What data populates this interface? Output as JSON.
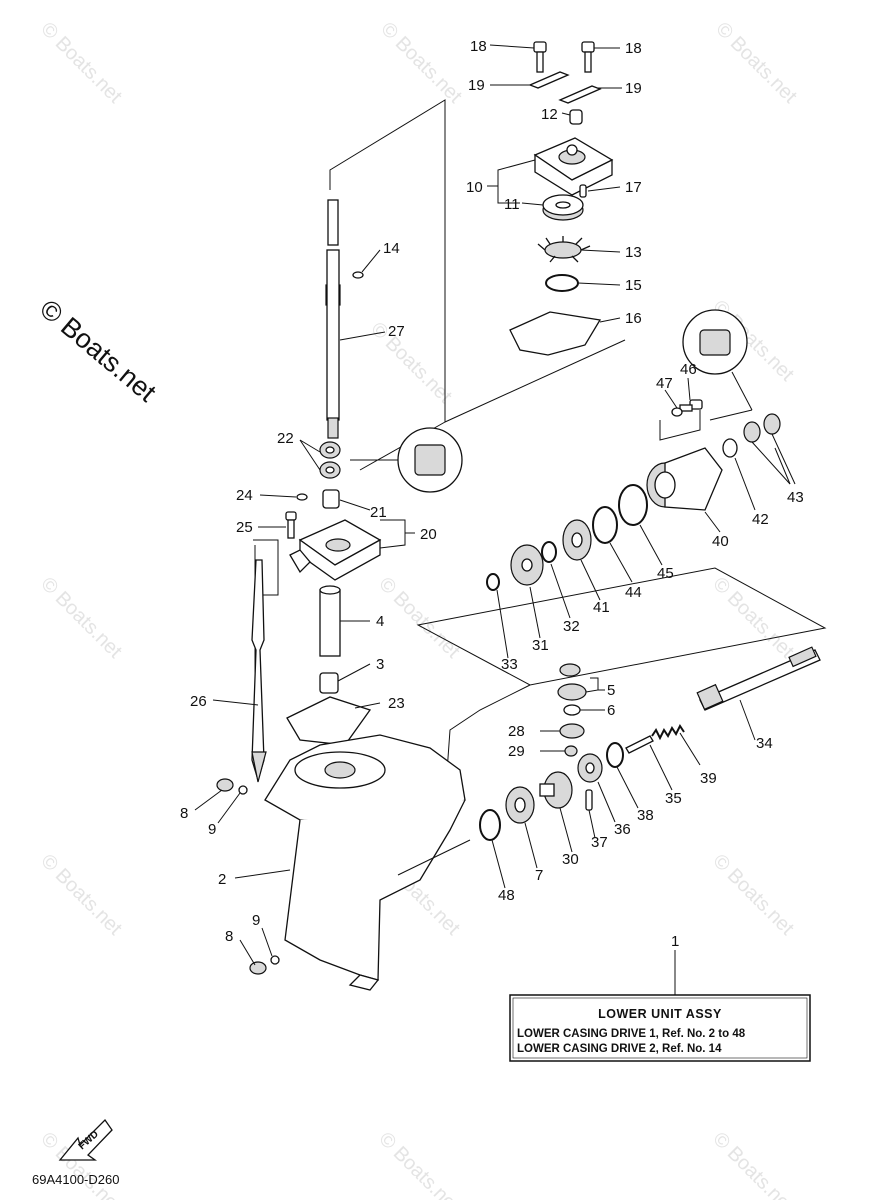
{
  "watermark": {
    "text": "© Boats.net"
  },
  "brand": {
    "text": "© Boats.net"
  },
  "diagram_code": "69A4100-D260",
  "fwd_label": "FWD",
  "info_box": {
    "title": "LOWER UNIT ASSY",
    "line1": "LOWER CASING DRIVE 1, Ref. No. 2 to 48",
    "line2": "LOWER CASING DRIVE 2, Ref. No. 14"
  },
  "callouts": {
    "c1": "1",
    "c2": "2",
    "c3": "3",
    "c4": "4",
    "c5": "5",
    "c6": "6",
    "c7": "7",
    "c8a": "8",
    "c8b": "8",
    "c9a": "9",
    "c9b": "9",
    "c10": "10",
    "c11": "11",
    "c12": "12",
    "c13": "13",
    "c14": "14",
    "c15": "15",
    "c16": "16",
    "c17": "17",
    "c18a": "18",
    "c18b": "18",
    "c19a": "19",
    "c19b": "19",
    "c20": "20",
    "c21": "21",
    "c22": "22",
    "c23": "23",
    "c24": "24",
    "c25": "25",
    "c26": "26",
    "c27": "27",
    "c28": "28",
    "c29": "29",
    "c30": "30",
    "c31": "31",
    "c32": "32",
    "c33": "33",
    "c34": "34",
    "c35": "35",
    "c36": "36",
    "c37": "37",
    "c38": "38",
    "c39": "39",
    "c40": "40",
    "c41": "41",
    "c42": "42",
    "c43": "43",
    "c44": "44",
    "c45": "45",
    "c46": "46",
    "c47": "47",
    "c48": "48"
  }
}
